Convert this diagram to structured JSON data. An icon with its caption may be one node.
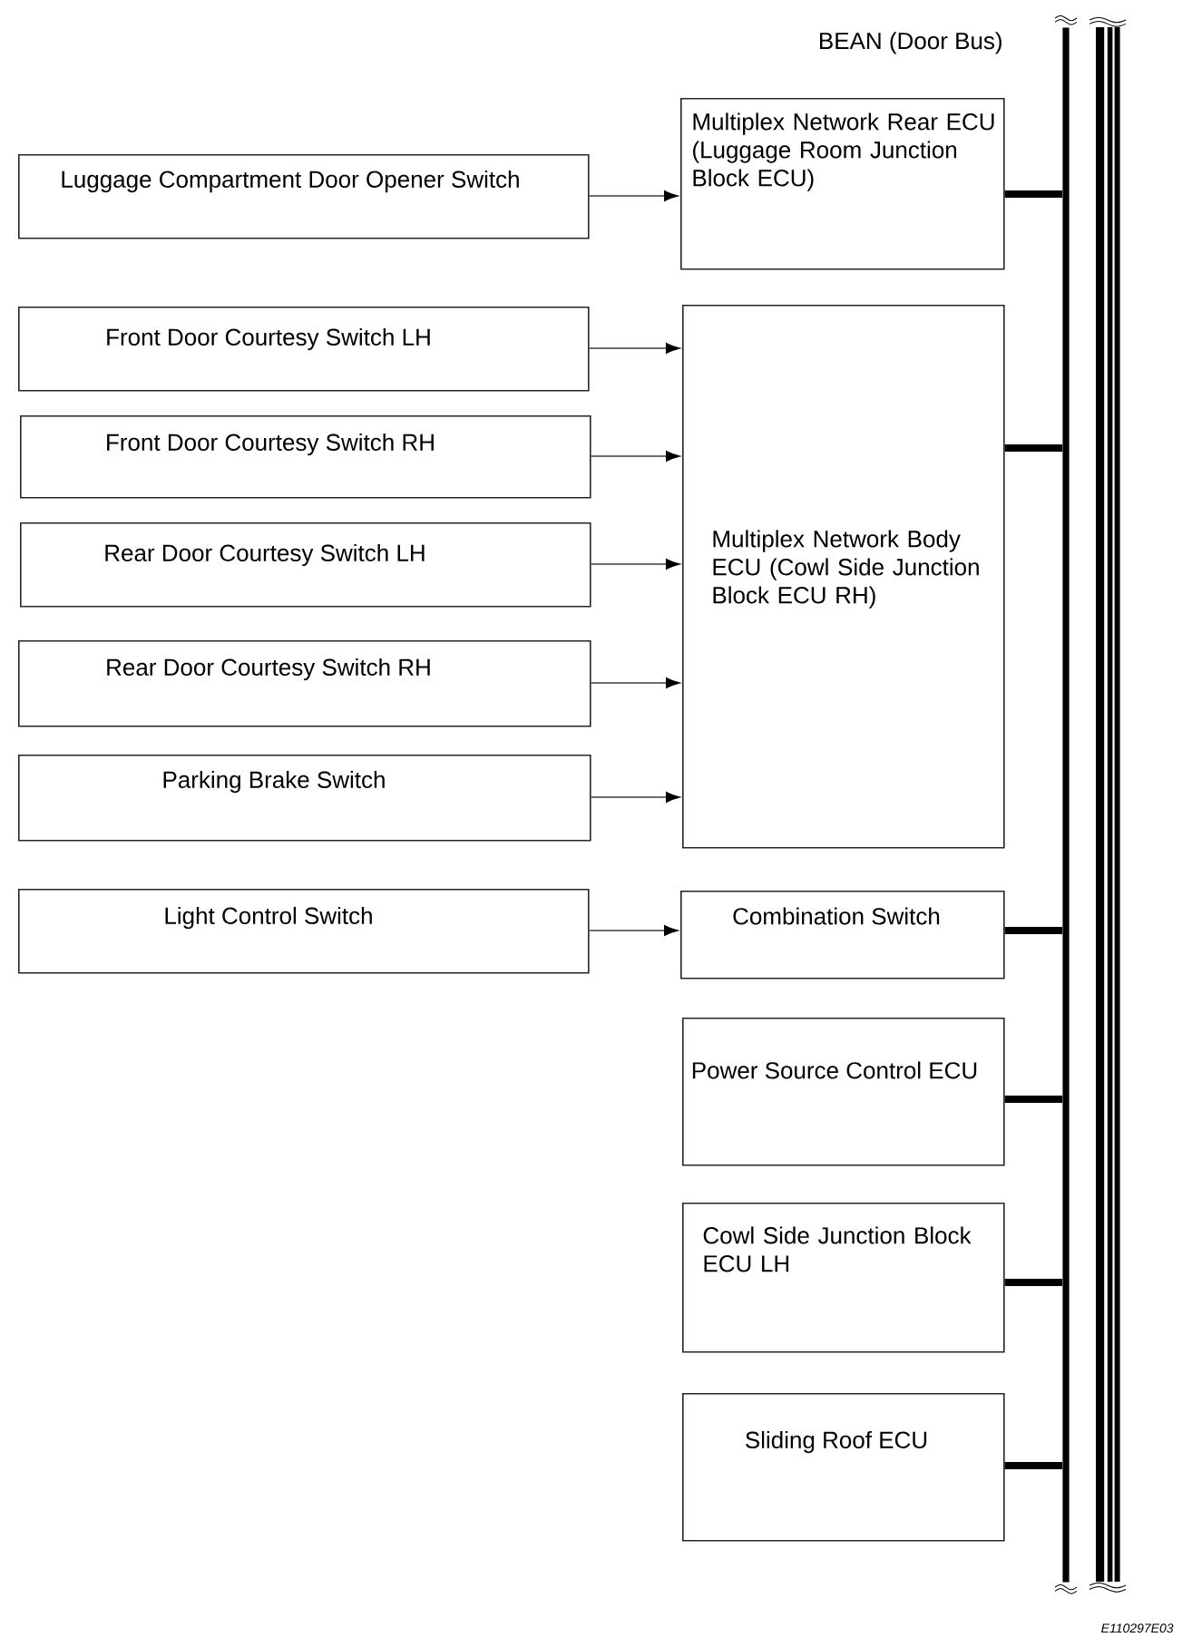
{
  "diagram": {
    "nodes": [
      {
        "text": [
          "Luggage Compartment Door Opener Switch"
        ]
      },
      {
        "text": [
          "Multiplex Network Rear ECU (Luggage Room Junction Block ECU)"
        ]
      },
      {
        "text": [
          "Front Door Courtesy Switch LH"
        ]
      },
      {
        "text": [
          "Front Door Courtesy Switch RH"
        ]
      },
      {
        "text": [
          "Rear Door Courtesy Switch LH"
        ]
      },
      {
        "text": [
          "Rear Door Courtesy Switch RH"
        ]
      },
      {
        "text": [
          "Parking Brake Switch"
        ]
      },
      {
        "text": [
          "Multiplex Network Body ECU (Cowl Side Junction Block ECU RH)"
        ]
      },
      {
        "text": [
          "Light Control Switch"
        ]
      },
      {
        "text": [
          "Combination Switch"
        ]
      },
      {
        "text": [
          "Power Source Control ECU"
        ]
      },
      {
        "text": [
          "Cowl Side Junction Block ECU LH"
        ]
      },
      {
        "text": [
          "Sliding Roof ECU"
        ]
      },
      {
        "text": [
          "BEAN (Door Bus)"
        ]
      }
    ],
    "edges": [
      {
        "from": 0,
        "to": 1,
        "arrow": "to"
      },
      {
        "from": 2,
        "to": 7,
        "arrow": "to"
      },
      {
        "from": 3,
        "to": 7,
        "arrow": "to"
      },
      {
        "from": 4,
        "to": 7,
        "arrow": "to"
      },
      {
        "from": 5,
        "to": 7,
        "arrow": "to"
      },
      {
        "from": 6,
        "to": 7,
        "arrow": "to"
      },
      {
        "from": 8,
        "to": 9,
        "arrow": "to"
      },
      {
        "from": 1,
        "to": 13,
        "arrow": "none",
        "style": "thick"
      },
      {
        "from": 7,
        "to": 13,
        "arrow": "none",
        "style": "thick"
      },
      {
        "from": 9,
        "to": 13,
        "arrow": "none",
        "style": "thick"
      },
      {
        "from": 10,
        "to": 13,
        "arrow": "none",
        "style": "thick"
      },
      {
        "from": 11,
        "to": 13,
        "arrow": "none",
        "style": "thick"
      },
      {
        "from": 12,
        "to": 13,
        "arrow": "none",
        "style": "thick"
      }
    ],
    "labels": [
      "E110297E03"
    ]
  }
}
